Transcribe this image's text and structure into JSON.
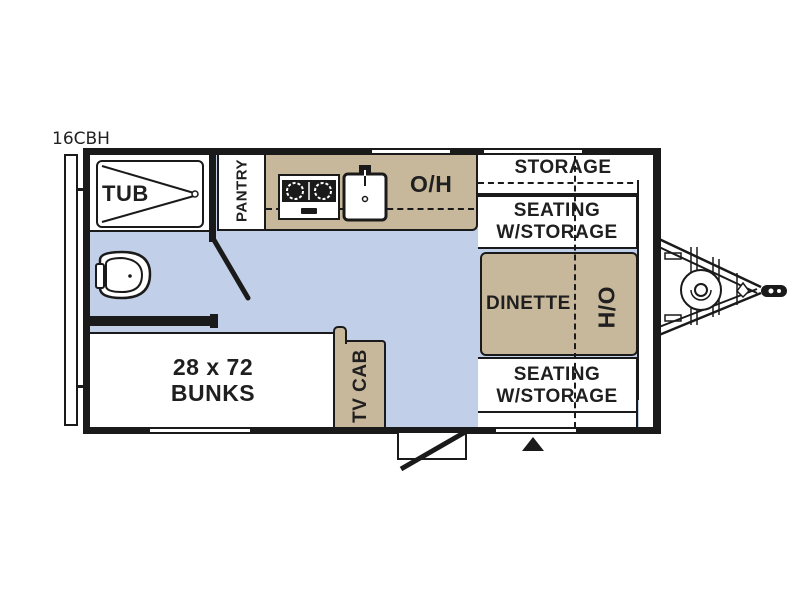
{
  "model": "16CBH",
  "rooms": {
    "tub": "TUB",
    "pantry": "PANTRY",
    "kitchen_overhead": "O/H",
    "storage": "STORAGE",
    "seating_top": {
      "line1": "SEATING",
      "line2": "W/STORAGE"
    },
    "dinette": "DINETTE",
    "dinette_overhead": "O/H",
    "seating_bottom": {
      "line1": "SEATING",
      "line2": "W/STORAGE"
    },
    "bunks": {
      "line1": "28 x 72",
      "line2": "BUNKS"
    },
    "tv_cabinet": "TV CAB"
  },
  "colors": {
    "wall": "#1a1a1a",
    "floor": "#c1d0e8",
    "cabinet": "#c8b89b",
    "furniture": "#ffffff"
  },
  "icons": [
    "bathtub-icon",
    "toilet-icon",
    "stove-icon",
    "sink-icon",
    "entry-door-icon",
    "entry-step-arrow-icon",
    "hitch-tongue-icon",
    "spare-tire-icon"
  ]
}
